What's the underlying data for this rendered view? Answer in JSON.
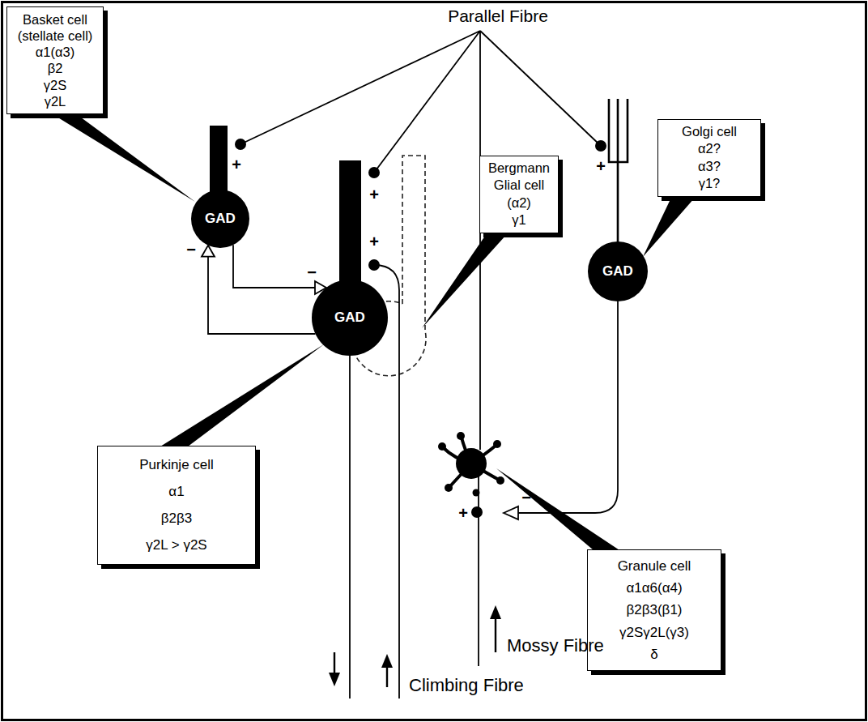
{
  "diagram": {
    "nodes": [
      {
        "text": [
          "Basket cell (stellate cell)",
          "α1(α3)",
          "β2",
          "γ2S",
          "γ2L"
        ]
      },
      {
        "text": [
          "GAD"
        ]
      },
      {
        "text": [
          "Bergmann Glial cell",
          "(α2)",
          "γ1"
        ]
      },
      {
        "text": [
          "Golgi cell",
          "α2?",
          "α3?",
          "γ1?"
        ]
      },
      {
        "text": [
          "GAD"
        ]
      },
      {
        "text": [
          "GAD"
        ]
      },
      {
        "text": [
          "Purkinje cell",
          "α1",
          "β2β3",
          "γ2L > γ2S"
        ]
      },
      {
        "text": [
          "Granule cell",
          "α1α6(α4)",
          "β2β3(β1)",
          "γ2Sγ2L(γ3)",
          "δ"
        ]
      }
    ],
    "edges": [
      {
        "from": 1,
        "to": 4,
        "arrow": "to"
      },
      {
        "from": 4,
        "to": 1,
        "arrow": "to"
      }
    ],
    "labels": [
      "Parallel Fibre",
      "+",
      "+",
      "+",
      "+",
      "+",
      "−",
      "−",
      "−",
      "Mossy Fibre",
      "Climbing Fibre"
    ]
  }
}
